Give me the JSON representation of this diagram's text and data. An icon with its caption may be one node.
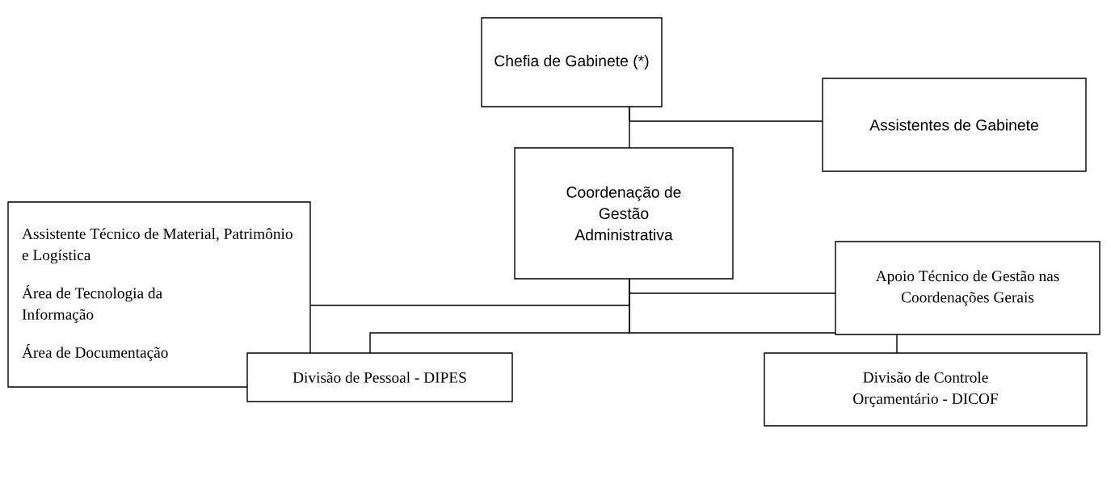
{
  "diagram": {
    "nodes": [
      {
        "text": [
          "Chefia de Gabinete (*)"
        ]
      },
      {
        "text": [
          "Assistentes de Gabinete"
        ]
      },
      {
        "text": [
          "Coordenação de Gestão Administrativa"
        ]
      },
      {
        "text": [
          "Assistente Técnico de Material, Patrimônio e Logística",
          "Área de Tecnologia da Informação",
          "Área de Documentação"
        ]
      },
      {
        "text": [
          "Apoio Técnico de Gestão nas Coordenações Gerais"
        ]
      },
      {
        "text": [
          "Divisão de Pessoal - DIPES"
        ]
      },
      {
        "text": [
          "Divisão de Controle Orçamentário - DICOF"
        ]
      }
    ],
    "edges": [
      {
        "from": 0,
        "to": 1,
        "arrow": "none"
      },
      {
        "from": 0,
        "to": 2,
        "arrow": "none"
      },
      {
        "from": 2,
        "to": 3,
        "arrow": "none"
      },
      {
        "from": 2,
        "to": 4,
        "arrow": "none"
      },
      {
        "from": 2,
        "to": 5,
        "arrow": "none"
      },
      {
        "from": 2,
        "to": 6,
        "arrow": "none"
      }
    ]
  }
}
